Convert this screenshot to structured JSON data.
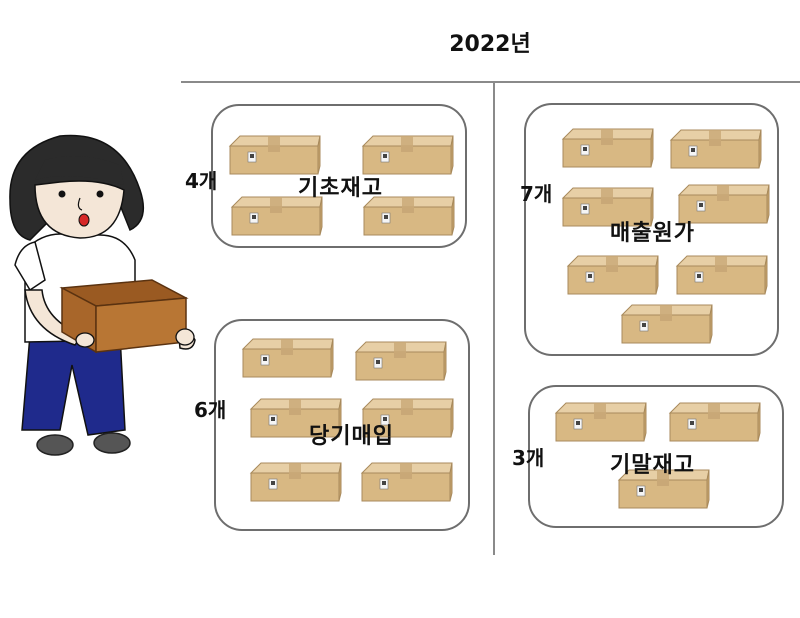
{
  "title": "2022년",
  "groups": {
    "beginning": {
      "label": "기초재고",
      "count": "4개",
      "boxes": 4
    },
    "purchase": {
      "label": "당기매입",
      "count": "6개",
      "boxes": 6
    },
    "cogs": {
      "label": "매출원가",
      "count": "7개",
      "boxes": 7
    },
    "ending": {
      "label": "기말재고",
      "count": "3개",
      "boxes": 3
    }
  }
}
